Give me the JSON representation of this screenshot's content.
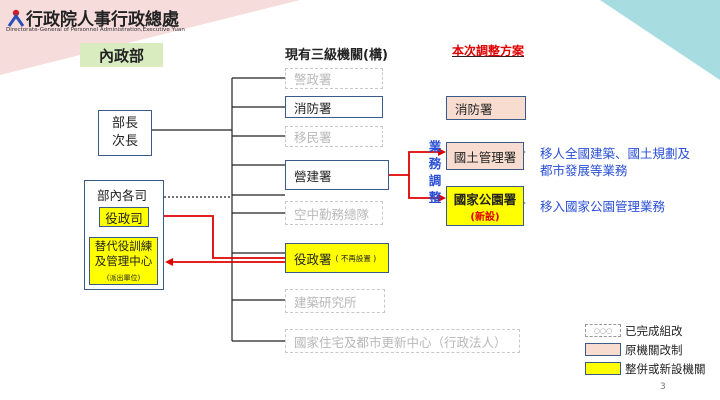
{
  "header": {
    "org_name": "行政院人事行政總處",
    "org_name_en_1": "Directorate-General of Personnel Administration,",
    "org_name_en_2": "Executive Yuan"
  },
  "ministry_label": "內政部",
  "col_current": "現有三級機關(構)",
  "col_plan": "本次調整方案",
  "leaders": [
    "部長",
    "次長"
  ],
  "internal": {
    "title": "部內各司",
    "civil_service": "役政司",
    "sub_center": "替代役訓練及管理中心",
    "sub_center_note": "(派出單位)"
  },
  "current_agencies": [
    {
      "name": "警政署",
      "state": "done"
    },
    {
      "name": "消防署",
      "state": "solid"
    },
    {
      "name": "移民署",
      "state": "done"
    },
    {
      "name": "營建署",
      "state": "solid"
    },
    {
      "name": "空中勤務總隊",
      "state": "done"
    },
    {
      "name": "役政署",
      "note": "( 不再設置 )",
      "state": "yellow"
    },
    {
      "name": "建築研究所",
      "state": "done"
    },
    {
      "name": "國家住宅及都市更新中心（行政法人）",
      "state": "done"
    }
  ],
  "business_adjust": "業務調整",
  "plan": {
    "fire": "消防署",
    "land": "國土管理署",
    "park": "國家公園署",
    "park_new": "(新設)"
  },
  "notes": {
    "land": "移人全國建築、國土規劃及都市發展等業務",
    "park": "移入國家公園管理業務"
  },
  "legend": [
    {
      "style": "dashed",
      "label": "已完成組改",
      "box_text": "○○○"
    },
    {
      "style": "peach",
      "label": "原機關改制"
    },
    {
      "style": "yellow",
      "label": "整併或新設機關"
    }
  ],
  "page_number": "3",
  "colors": {
    "accent_red": "#e00000",
    "accent_blue": "#2a4fd6",
    "highlight_yellow": "#ffff00",
    "peach": "#f8dcd0",
    "border_blue": "#3a5a8a",
    "header_teal": "#7fc8d0"
  }
}
